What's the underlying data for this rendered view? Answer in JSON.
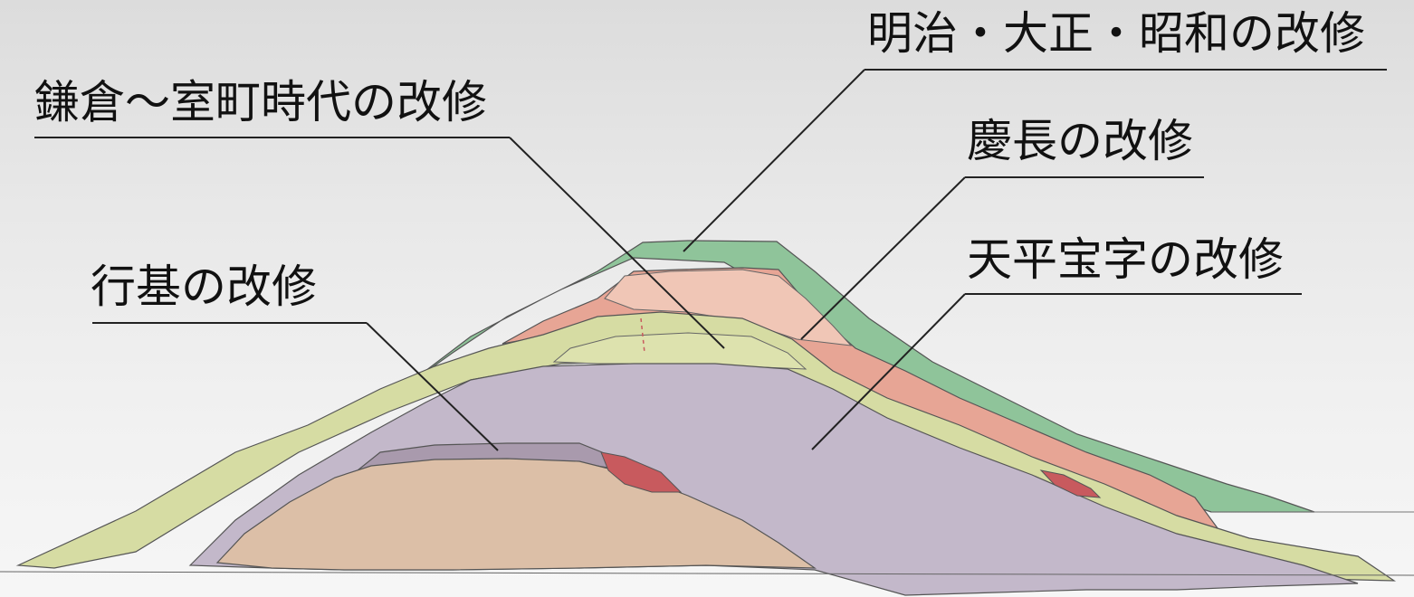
{
  "labels": {
    "meiji_taisho_showa": "明治・大正・昭和の改修",
    "kamakura_muromachi": "鎌倉～室町時代の改修",
    "keicho": "慶長の改修",
    "tenpyo_hoji": "天平宝字の改修",
    "gyoki": "行基の改修"
  },
  "colors": {
    "meiji_layer": "#8fc49a",
    "keicho_layer": "#e7a595",
    "keicho_light_layer": "#f0c6b6",
    "kamakura_layer": "#d6dca3",
    "tenpyo_layer": "#c3b8ca",
    "gyoki_upper_layer": "#a99aad",
    "gyoki_core_layer": "#dcbfa7",
    "red_patch": "#c85a5e",
    "outline": "#444444",
    "leader_line": "#222222"
  }
}
